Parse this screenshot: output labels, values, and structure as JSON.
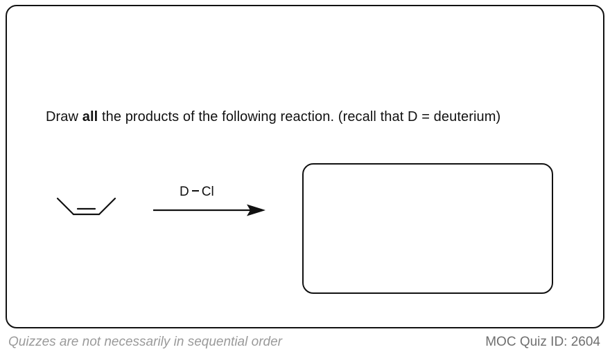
{
  "question": {
    "prefix": "Draw ",
    "emphasis": "all",
    "suffix": " the products of the following reaction. (recall that D = deuterium)"
  },
  "reaction": {
    "reagent_left": "D",
    "reagent_right": "Cl"
  },
  "footer": {
    "note": "Quizzes are not necessarily in sequential order",
    "quiz_id": "MOC Quiz ID: 2604"
  },
  "colors": {
    "ink": "#111111",
    "footer_note": "#9a9a9a",
    "footer_id": "#6f6f6f"
  }
}
